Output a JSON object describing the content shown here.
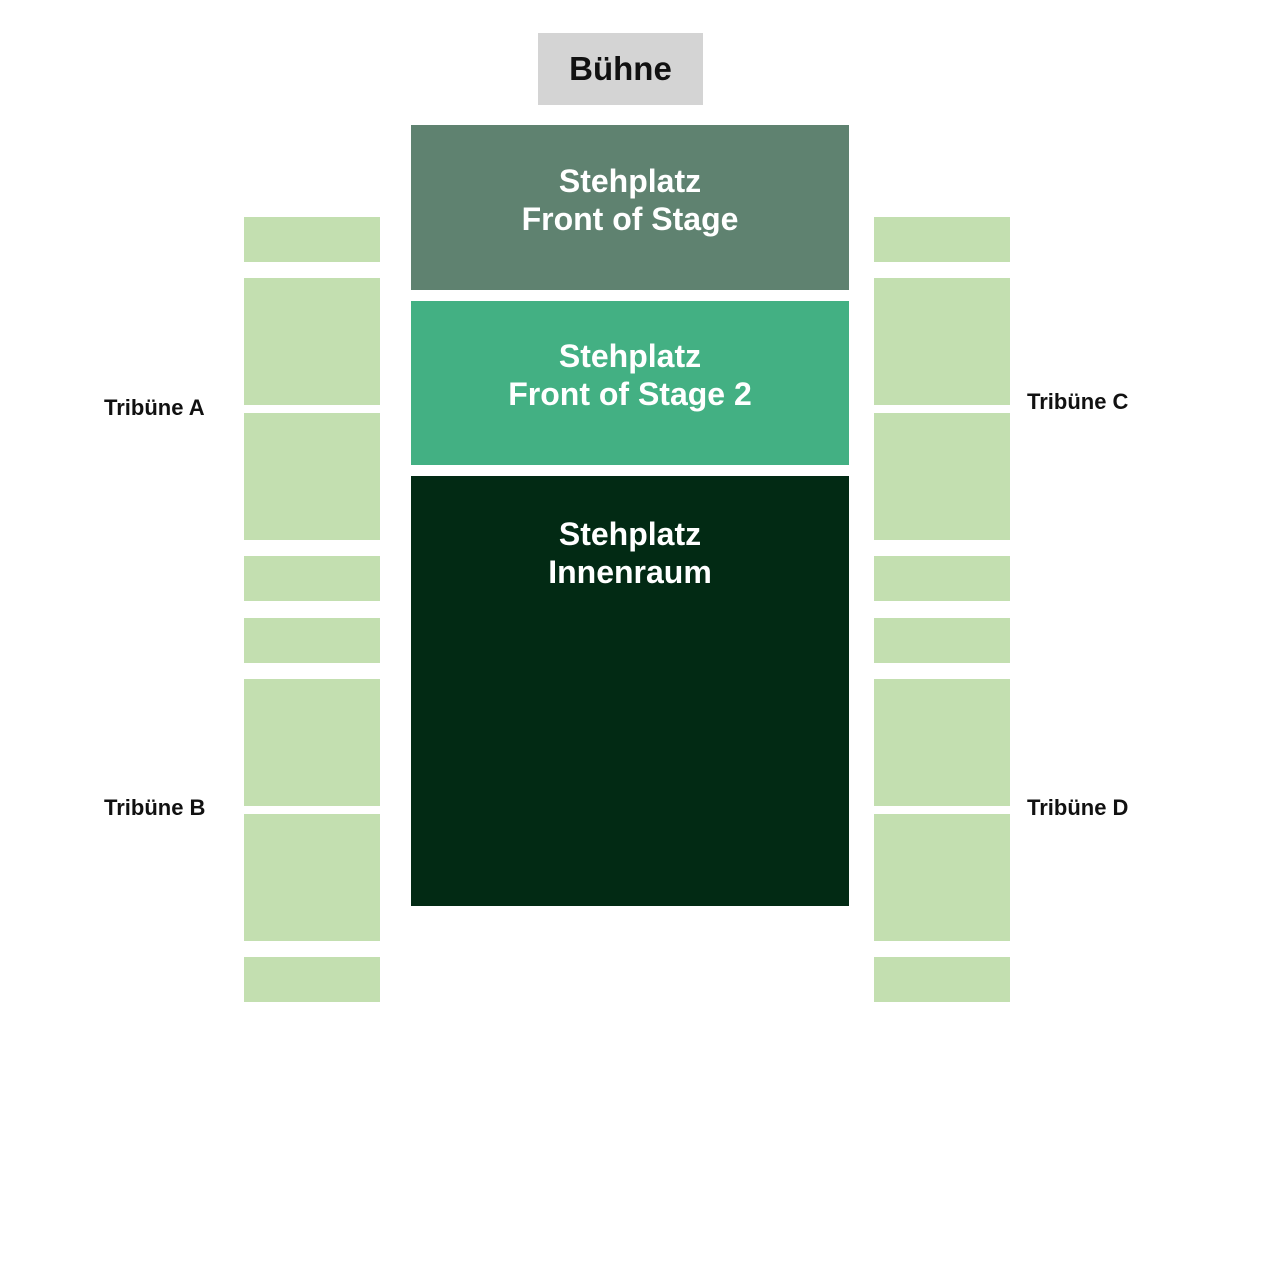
{
  "stage": {
    "label": "Bühne",
    "color": "#d4d4d4"
  },
  "zones": {
    "front_of_stage": {
      "line1": "Stehplatz",
      "line2": "Front of Stage",
      "color": "#5f8270"
    },
    "front_of_stage_2": {
      "line1": "Stehplatz",
      "line2": "Front of Stage 2",
      "color": "#43b083"
    },
    "innenraum": {
      "line1": "Stehplatz",
      "line2": "Innenraum",
      "color": "#022a14"
    }
  },
  "tribunes": {
    "block_color": "#c3dfb0",
    "a": "Tribüne A",
    "b": "Tribüne B",
    "c": "Tribüne C",
    "d": "Tribüne D"
  }
}
